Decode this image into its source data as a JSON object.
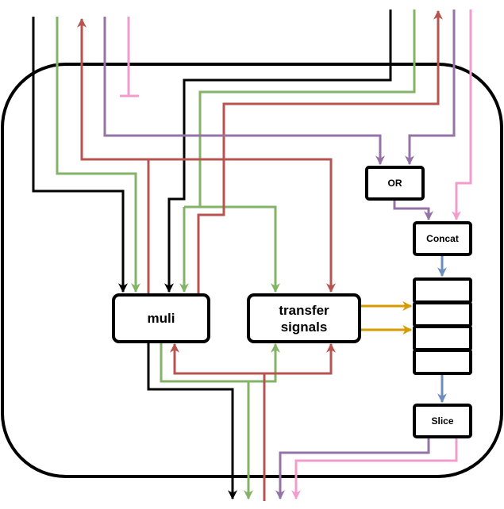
{
  "colors": {
    "black": "#000000",
    "green": "#82b366",
    "red": "#b85450",
    "purple": "#9673a6",
    "pink": "#f19ccd",
    "blue": "#6c8ebf",
    "gold": "#d79b00"
  },
  "blocks": {
    "muli": "muli",
    "transfer": "transfer\nsignals",
    "or": "OR",
    "concat": "Concat",
    "slice": "Slice"
  },
  "register_cells": 4
}
